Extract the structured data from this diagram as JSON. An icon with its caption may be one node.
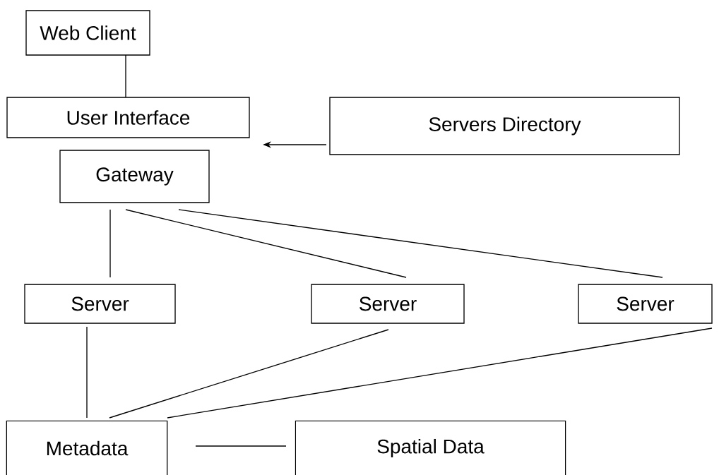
{
  "diagram": {
    "nodes": [
      {
        "text": [
          "Web Client"
        ]
      },
      {
        "text": [
          "User Interface"
        ]
      },
      {
        "text": [
          "Servers Directory"
        ]
      },
      {
        "text": [
          "Gateway"
        ]
      },
      {
        "text": [
          "Server"
        ]
      },
      {
        "text": [
          "Server"
        ]
      },
      {
        "text": [
          "Server"
        ]
      },
      {
        "text": [
          "Metadata"
        ]
      },
      {
        "text": [
          "Spatial Data"
        ]
      }
    ],
    "edges": [
      {
        "from": 0,
        "to": 1,
        "arrow": "none"
      },
      {
        "from": 2,
        "to": 1,
        "arrow": "to"
      },
      {
        "from": 3,
        "to": 4,
        "arrow": "none"
      },
      {
        "from": 3,
        "to": 5,
        "arrow": "none"
      },
      {
        "from": 3,
        "to": 6,
        "arrow": "none"
      },
      {
        "from": 4,
        "to": 7,
        "arrow": "none"
      },
      {
        "from": 5,
        "to": 7,
        "arrow": "none"
      },
      {
        "from": 6,
        "to": 7,
        "arrow": "none"
      },
      {
        "from": 7,
        "to": 8,
        "arrow": "none"
      }
    ]
  }
}
